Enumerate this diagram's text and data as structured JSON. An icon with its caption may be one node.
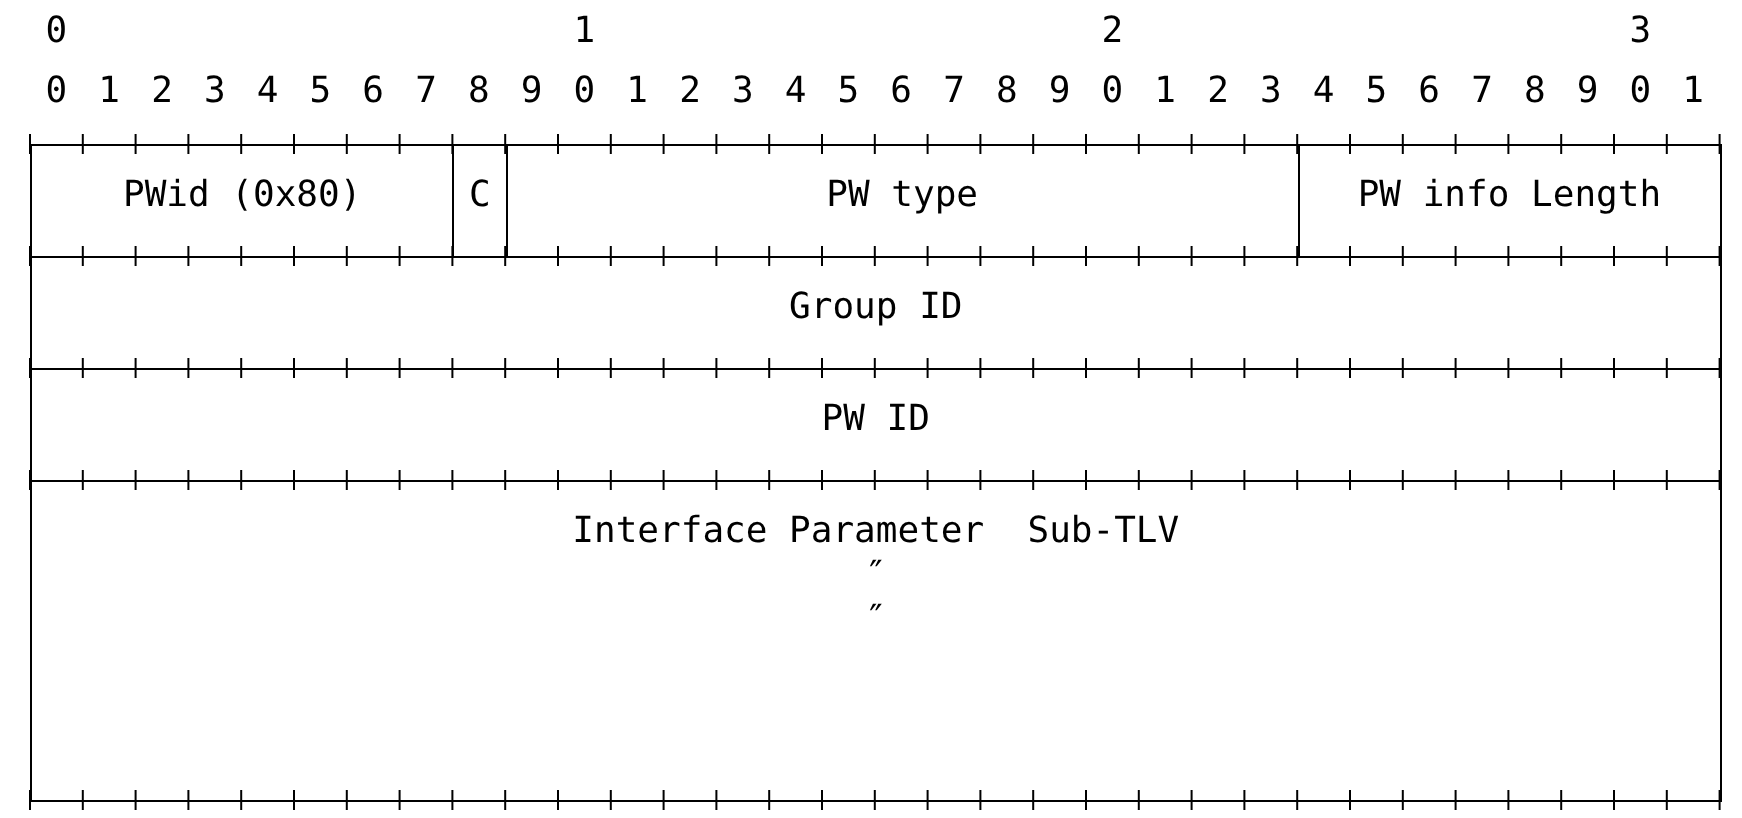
{
  "diagram": {
    "nodes": [
      {
        "text": [
          "PWid (0x80)"
        ]
      },
      {
        "text": [
          "C"
        ]
      },
      {
        "text": [
          "PW type"
        ]
      },
      {
        "text": [
          "PW info Length"
        ]
      },
      {
        "text": [
          "Group ID"
        ]
      },
      {
        "text": [
          "PW ID"
        ]
      },
      {
        "text": [
          "Interface Parameter  Sub-TLV",
          "″",
          "″"
        ]
      }
    ],
    "edges": [],
    "labels": [
      "0",
      "1",
      "2",
      "3",
      "0",
      "1",
      "2",
      "3",
      "4",
      "5",
      "6",
      "7",
      "8",
      "9",
      "0",
      "1",
      "2",
      "3",
      "4",
      "5",
      "6",
      "7",
      "8",
      "9",
      "0",
      "1",
      "2",
      "3",
      "4",
      "5",
      "6",
      "7",
      "8",
      "9",
      "0",
      "1"
    ]
  }
}
